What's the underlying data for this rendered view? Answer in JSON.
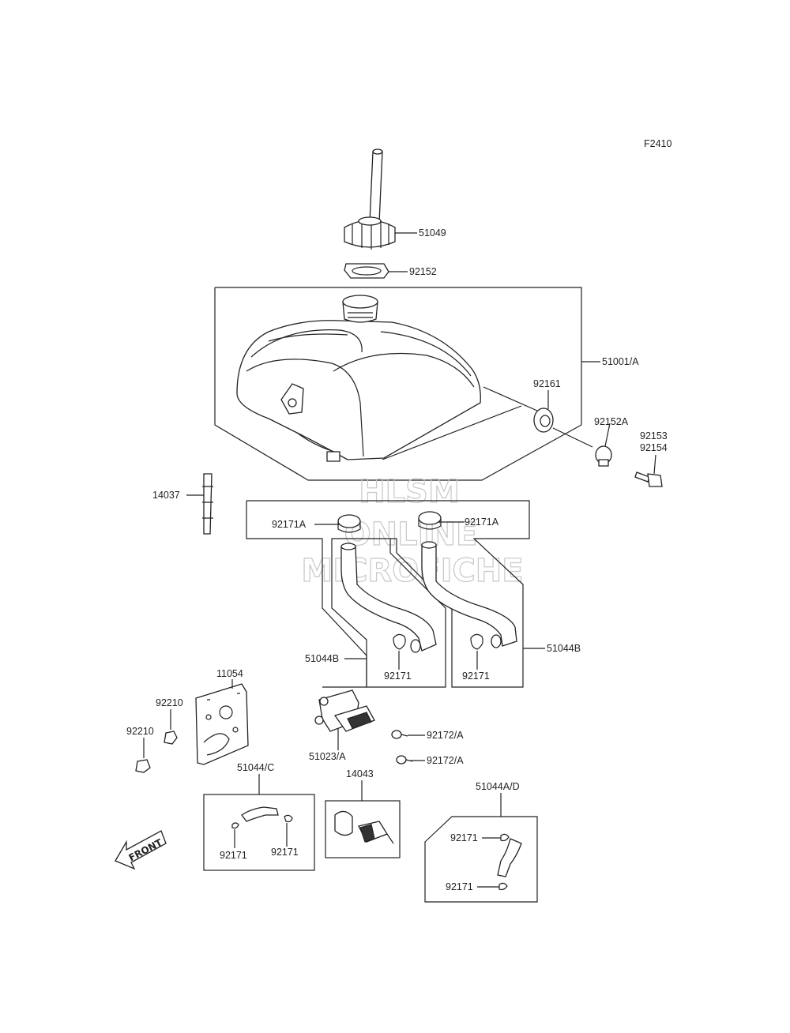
{
  "figure_code": "F2410",
  "watermark": [
    "HLSM",
    "ONLINE",
    "MICROFICHE"
  ],
  "front_arrow_text": "FRONT",
  "labels": {
    "cap": "51049",
    "cap_gasket": "92152",
    "tank": "51001/A",
    "damper": "92161",
    "collar": "92152A",
    "bolt_a": "92153",
    "bolt_b": "92154",
    "clip_strip": "14037",
    "clamp_left": "92171A",
    "clamp_right": "92171A",
    "hose_left": "51044B",
    "hose_right": "51044B",
    "hose_left_clamp": "92171",
    "hose_right_clamp": "92171",
    "bracket": "11054",
    "nut_upper": "92210",
    "nut_lower": "92210",
    "fuel_cock": "51023/A",
    "screw_upper": "92172/A",
    "screw_lower": "92172/A",
    "filter": "14043",
    "hose_c": "51044/C",
    "hose_c_clamp_left": "92171",
    "hose_c_clamp_right": "92171",
    "hose_ad": "51044A/D",
    "hose_ad_clamp_top": "92171",
    "hose_ad_clamp_bottom": "92171"
  }
}
